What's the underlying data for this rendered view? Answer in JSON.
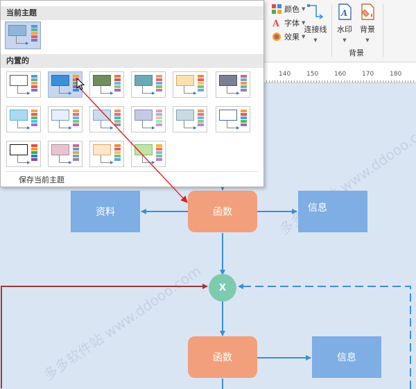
{
  "ribbon": {
    "color_label": "颜色",
    "font_label": "字体",
    "effect_label": "效果",
    "connector_label": "连接线",
    "watermark_label": "水印",
    "background_label": "背景",
    "group_label": "背景"
  },
  "ruler": {
    "ticks": [
      "140",
      "150",
      "160",
      "170",
      "180"
    ]
  },
  "popup": {
    "current_header": "当前主题",
    "builtin_header": "内置的",
    "save_label": "保存当前主题",
    "themes": [
      {
        "box": "#ffffff",
        "stroke": "#555555",
        "palette": [
          "#4e9bd6",
          "#58b2a4",
          "#f2a64a",
          "#e15b5b",
          "#8f6fc0"
        ]
      },
      {
        "box": "#3a8fd9",
        "stroke": "#2a6fb0",
        "palette": [
          "#f5a623",
          "#e85d75",
          "#5cb85c",
          "#9b59b6",
          "#3a8fd9"
        ]
      },
      {
        "box": "#6d8f5e",
        "stroke": "#4f6d42",
        "palette": [
          "#e07a3e",
          "#d9534f",
          "#5bc0de",
          "#9cc26c",
          "#a569bd"
        ]
      },
      {
        "box": "#6aaab5",
        "stroke": "#4d8a96",
        "palette": [
          "#e8a05a",
          "#d96b6b",
          "#6ab0d9",
          "#8bc34a",
          "#c07abf"
        ]
      },
      {
        "box": "#fbe0b0",
        "stroke": "#d9a95a",
        "palette": [
          "#f08a3e",
          "#e86060",
          "#f7c55a",
          "#7cc07c",
          "#6fa8dc"
        ]
      },
      {
        "box": "#7a7f96",
        "stroke": "#4e5470",
        "palette": [
          "#c06a8e",
          "#7fa0c8",
          "#d8a24a",
          "#6fb58a",
          "#9a7ac9"
        ]
      },
      {
        "box": "#a9daf0",
        "stroke": "#5fb0d8",
        "palette": [
          "#f2a64a",
          "#e55b5b",
          "#5cb85c",
          "#4fc3f7",
          "#9575cd"
        ]
      },
      {
        "box": "#e7f0f8",
        "stroke": "#6a9cc8",
        "palette": [
          "#f3a35b",
          "#e36f6f",
          "#64b5f6",
          "#81c784",
          "#ba68c8"
        ]
      },
      {
        "box": "#c8dcef",
        "stroke": "#7fa7cf",
        "palette": [
          "#e89b5c",
          "#df6a7a",
          "#5aa9d6",
          "#88c57f",
          "#a080c8"
        ]
      },
      {
        "box": "#c6c8e6",
        "stroke": "#8a8fc0",
        "palette": [
          "#e89bb8",
          "#9bb8e8",
          "#e8c89b",
          "#9be8c8",
          "#c89be8"
        ]
      },
      {
        "box": "#c9dbe2",
        "stroke": "#7ea2b0",
        "palette": [
          "#e3a063",
          "#d77a7a",
          "#7ab4d7",
          "#8fc48a",
          "#b08ad0"
        ]
      },
      {
        "box": "#ffffff",
        "stroke": "#4a6f96",
        "palette": [
          "#f3a03f",
          "#e05a5a",
          "#4aa3df",
          "#59b35e",
          "#9a68c0"
        ]
      },
      {
        "box": "#ffffff",
        "stroke": "#111111",
        "palette": [
          "#e74c3c",
          "#f39c12",
          "#27ae60",
          "#2980b9",
          "#8e44ad"
        ]
      },
      {
        "box": "#e8c4cf",
        "stroke": "#b68898",
        "palette": [
          "#c86a8a",
          "#6a9ac8",
          "#e0a060",
          "#70b090",
          "#a07ac0"
        ]
      },
      {
        "box": "#fde6cc",
        "stroke": "#e0a86a",
        "palette": [
          "#f08a3e",
          "#e06060",
          "#f0c050",
          "#70c070",
          "#60a0e0"
        ]
      },
      {
        "box": "#bfe3a8",
        "stroke": "#7fbf6a",
        "palette": [
          "#f7b733",
          "#f76c6c",
          "#68c3e8",
          "#7bc67b",
          "#b57edc"
        ]
      }
    ]
  },
  "canvas": {
    "nodes": {
      "source": "资料",
      "func1": "函数",
      "info1": "信息",
      "x": "X",
      "func2": "函数",
      "info2": "信息"
    },
    "watermark": "多多软件站  www.ddooo.com"
  }
}
